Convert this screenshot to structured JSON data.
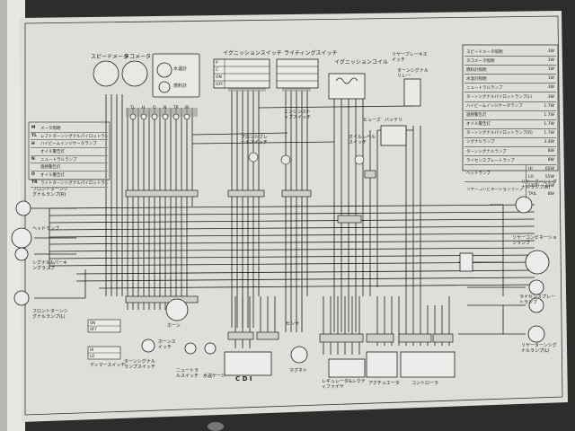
{
  "labels": {
    "speedometer": "スピードメータ",
    "tachometer": "タコメータ",
    "water_temp_meter": "水温計",
    "fuel_meter": "燃料計",
    "ignition_switch": "イグニッションスイッチ",
    "lighting_switch": "ライティングスイッチ",
    "ignition_coil": "イグニッションコイル",
    "rear_brake_switch": "リヤーブレーキスイッチ",
    "turn_signal_relay": "ターンシグナルリレー",
    "battery": "バッテリ",
    "fuse": "ヒューズ",
    "engine_stop_switch": "エンジンストップスイッチ",
    "front_brake_switch": "フロントブレーキスイッチ",
    "oil_level_switch": "オイルレベルスイッチ",
    "front_turn_signal_r": "フロントターンシグナルランプ(R)",
    "headlamp": "ヘッドランプ",
    "turn_parking_lamp": "シグナル&パーキングランプ",
    "front_turn_signal_l": "フロントターンシグナルランプ(L)",
    "rear_turn_signal_r": "リヤーターンシグナルランプ(R)",
    "rear_combination_lamp": "リヤーコンビネーションランプ",
    "license_lamp": "ライセンスプレートランプ",
    "rear_turn_signal_l": "リヤーターンシグナルランプ(L)",
    "dimmer_switch": "ディマースイッチ",
    "turn_signal_lamp_switch": "ターンシグナルランプスイッチ",
    "horn": "ホーン",
    "horn_switch": "ホーンスイッチ",
    "neutral_switch": "ニュートラルスイッチ",
    "water_temp_gauge": "水温ゲージ",
    "cdi": "C D I",
    "sensor": "センサ",
    "magneto": "マグネト",
    "regulator": "レギュレータ&レクティファイヤ",
    "actuator": "アクチュエータ",
    "controller": "コントローラ",
    "sw_on": "ON",
    "sw_off": "OFF",
    "sw_hi": "HI",
    "sw_lo": "LO",
    "key_on": "ON",
    "key_off": "OFF",
    "key_p": "P",
    "key_c": "C",
    "meter_code_tl": "TL",
    "meter_code_h": "H",
    "meter_code_o": "O",
    "meter_code_n": "N",
    "meter_code_tr": "TR",
    "meter_code_m": "M"
  },
  "indicator_legend": [
    {
      "code": "M",
      "name": "メータ照明"
    },
    {
      "code": "TL",
      "name": "レフトターンシグナルパイロットランプ"
    },
    {
      "code": "H",
      "name": "ハイビームインジケータランプ"
    },
    {
      "code": "",
      "name": "オイル警告灯"
    },
    {
      "code": "N",
      "name": "ニュートラルランプ"
    },
    {
      "code": "",
      "name": "過熱警告灯"
    },
    {
      "code": "O",
      "name": "オイル警告灯"
    },
    {
      "code": "TR",
      "name": "ライトターンシグナルパイロットランプ"
    }
  ],
  "spec_table": [
    {
      "name": "スピードメータ照明",
      "watt": "3W"
    },
    {
      "name": "タコメータ照明",
      "watt": "3W"
    },
    {
      "name": "燃料計照明",
      "watt": "1W"
    },
    {
      "name": "水温計照明",
      "watt": "1W"
    },
    {
      "name": "ニュートラルランプ",
      "watt": "3W"
    },
    {
      "name": "ターンシグナルパイロットランプ(L)",
      "watt": "3W"
    },
    {
      "name": "ハイビームインジケータランプ",
      "watt": "1.7W"
    },
    {
      "name": "過熱警告灯",
      "watt": "1.7W"
    },
    {
      "name": "オイル警告灯",
      "watt": "1.7W"
    },
    {
      "name": "ターンシグナルパイロットランプ(R)",
      "watt": "1.7W"
    },
    {
      "name": "シグナルランプ",
      "watt": "3.4W"
    },
    {
      "name": "ターンシグナルランプ",
      "watt": "8W"
    },
    {
      "name": "ライセンスプレートランプ",
      "watt": "8W"
    }
  ],
  "spec_sub": {
    "headlamp_label": "ヘッドランプ",
    "hi": "HI",
    "hi_w": "60W",
    "lo": "LO",
    "lo_w": "55W",
    "rear_label": "リヤーコンビネーションランプ",
    "stop": "STOP",
    "stop_w": "23W",
    "tail": "TAIL",
    "tail_w": "8W"
  },
  "colors": {
    "paper": "#dedfda",
    "ink": "#1e1e1e",
    "background": "#2c2c2a"
  }
}
